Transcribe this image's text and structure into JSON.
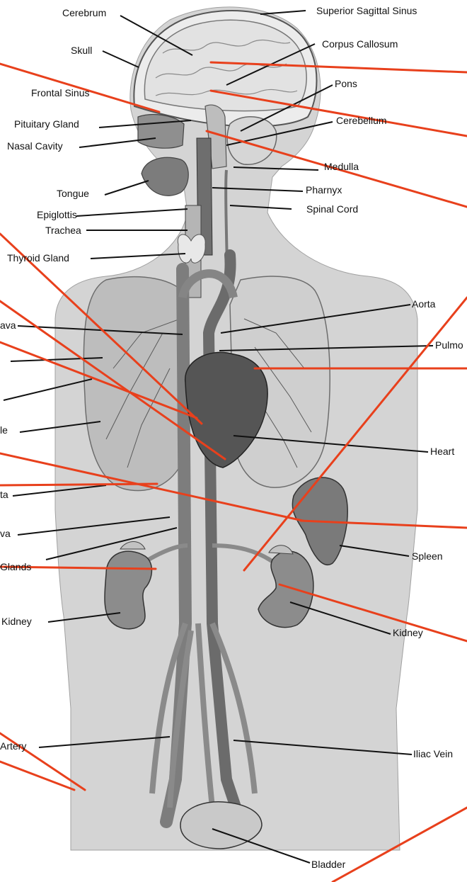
{
  "labels": {
    "cerebrum": "Cerebrum",
    "superior_sagittal_sinus": "Superior Sagittal Sinus",
    "skull": "Skull",
    "corpus_callosum": "Corpus Callosum",
    "frontal_sinus": "Frontal Sinus",
    "pons": "Pons",
    "pituitary_gland": "Pituitary Gland",
    "cerebellum": "Cerebellum",
    "nasal_cavity": "Nasal Cavity",
    "medulla": "Medulla",
    "tongue": "Tongue",
    "pharnyx": "Pharnyx",
    "epiglottis": "Epiglottis",
    "spinal_cord": "Spinal Cord",
    "trachea": "Trachea",
    "thyroid_gland": "Thyroid Gland",
    "aorta": "Aorta",
    "vena_cava_upper": "ava",
    "pulmonary_cut": "Pulmo",
    "ventricle_cut": "le",
    "heart": "Heart",
    "aorta_lower_cut": "ta",
    "vena_cava_lower_cut": "va",
    "adrenal_glands_cut": "Glands",
    "spleen": "Spleen",
    "kidney_left": "Kidney",
    "kidney_right": "Kidney",
    "artery_cut": "Artery",
    "iliac_vein": "Iliac Vein",
    "bladder": "Bladder"
  },
  "colors": {
    "pointer_line": "#e8401c",
    "leader_line": "#111111",
    "body_silhouette": "#d4d4d4",
    "organ_fill": "#9a9a9a",
    "vessel_fill": "#7d7d7d"
  }
}
